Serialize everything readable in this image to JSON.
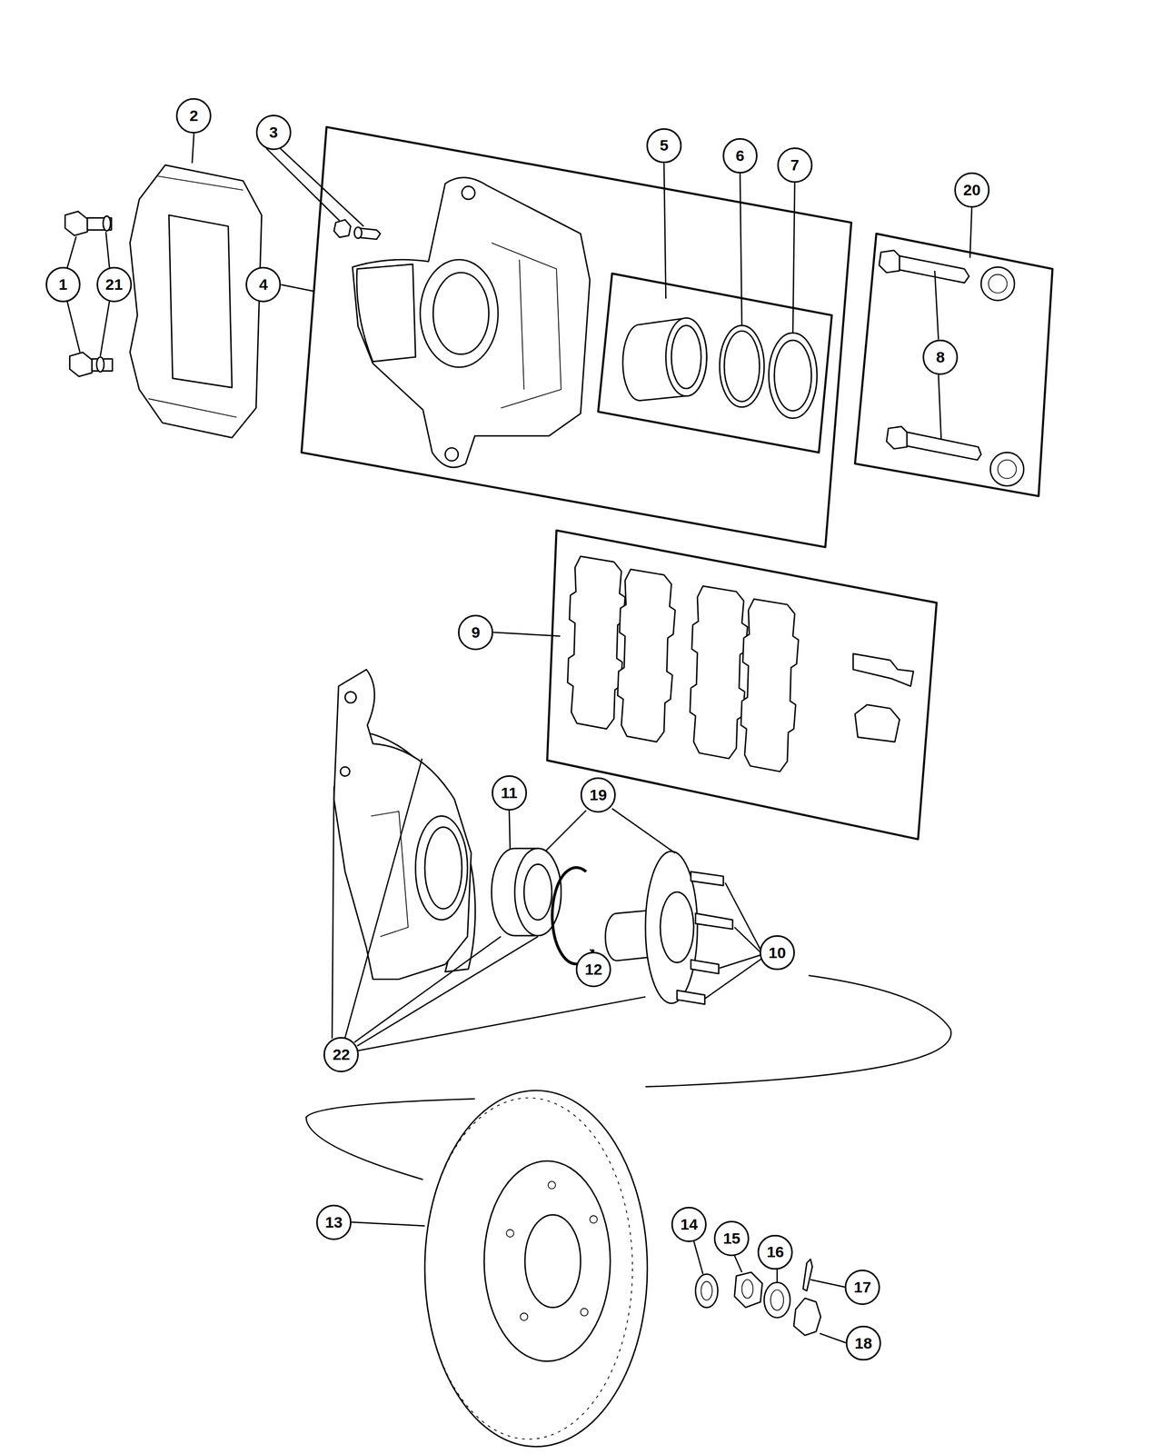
{
  "diagram": {
    "labels": [
      "2",
      "3",
      "5",
      "6",
      "7",
      "20",
      "1",
      "21",
      "4",
      "8",
      "9",
      "11",
      "19",
      "10",
      "12",
      "22",
      "13",
      "14",
      "15",
      "16",
      "17",
      "18"
    ]
  }
}
